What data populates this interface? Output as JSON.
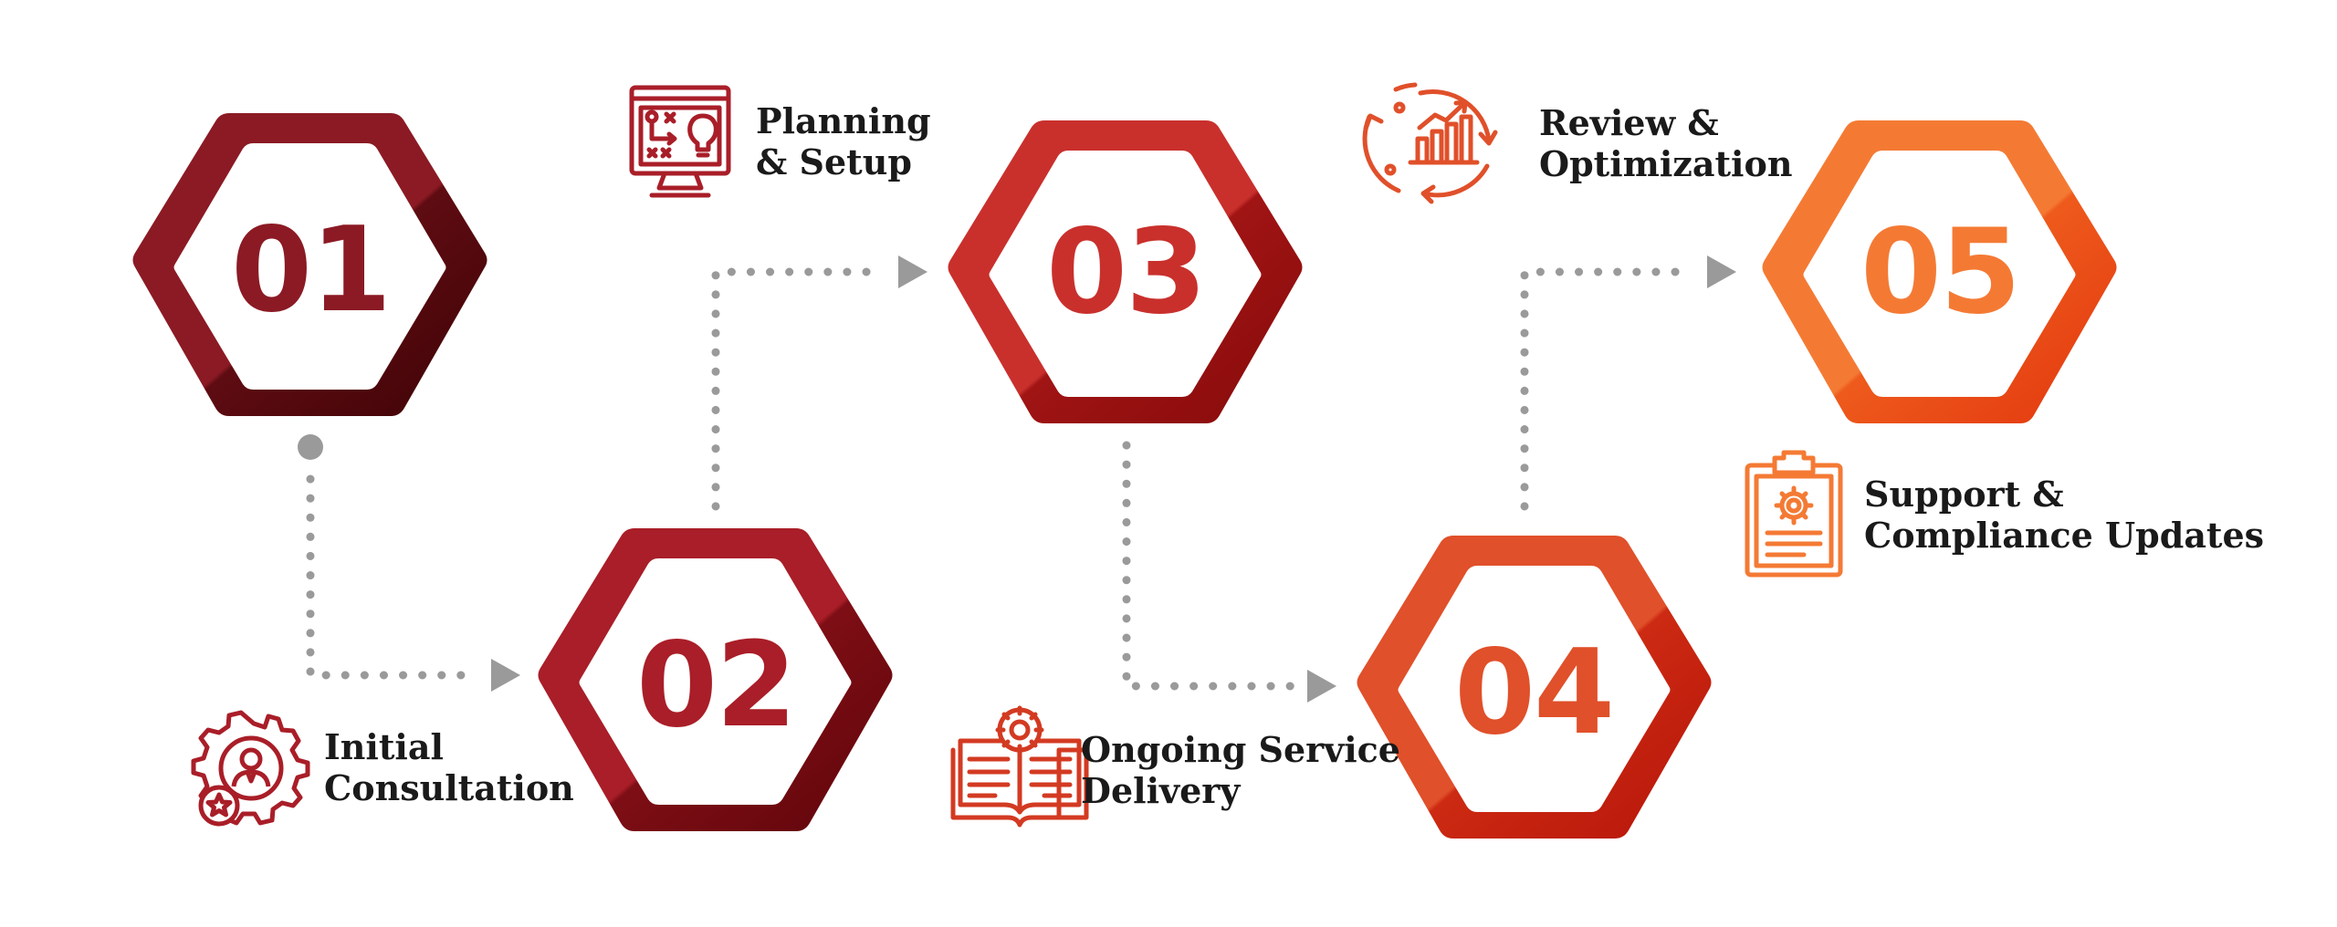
{
  "steps": [
    {
      "number": "01",
      "title_line1": "Initial",
      "title_line2": "Consultation",
      "icon": "consultation-gear-person-icon",
      "color": "#8b1a24",
      "dark": "#4a0508"
    },
    {
      "number": "02",
      "title_line1": "Planning",
      "title_line2": "& Setup",
      "icon": "planning-monitor-icon",
      "color": "#a91e28",
      "dark": "#6b0a0f"
    },
    {
      "number": "03",
      "title_line1": "Ongoing Service",
      "title_line2": "Delivery",
      "icon": "service-book-gear-icon",
      "color": "#c9302c",
      "dark": "#8e0d0e"
    },
    {
      "number": "04",
      "title_line1": "Review &",
      "title_line2": "Optimization",
      "icon": "review-chart-cycle-icon",
      "color": "#e0502a",
      "dark": "#b8160a"
    },
    {
      "number": "05",
      "title_line1": "Support &",
      "title_line2": "Compliance Updates",
      "icon": "support-clipboard-gear-icon",
      "color": "#f47a34",
      "dark": "#e23a10"
    }
  ],
  "connector_color": "#9a9a9a"
}
